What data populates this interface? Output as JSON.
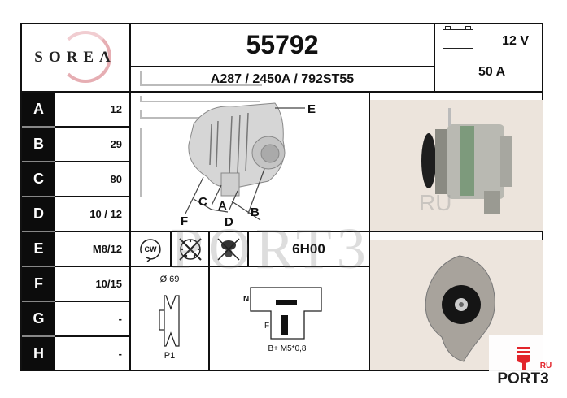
{
  "brand": {
    "name": "SOREA",
    "ring_color": "#e2a0a6"
  },
  "header": {
    "part_number": "55792",
    "cross_references": "A287 / 2450A / 792ST55",
    "voltage": "12 V",
    "current": "50 A",
    "battery_icon": "battery-icon"
  },
  "specs": [
    {
      "letter": "A",
      "value": "12"
    },
    {
      "letter": "B",
      "value": "29"
    },
    {
      "letter": "C",
      "value": "80"
    },
    {
      "letter": "D",
      "value": "10 / 12"
    },
    {
      "letter": "E",
      "value": "M8/12"
    },
    {
      "letter": "F",
      "value": "10/15"
    },
    {
      "letter": "G",
      "value": "-"
    },
    {
      "letter": "H",
      "value": "-"
    }
  ],
  "diagram": {
    "labels": {
      "A": "A",
      "B": "B",
      "C": "C",
      "D": "D",
      "E": "E",
      "F": "F"
    }
  },
  "icons_row": {
    "rotation": "CW",
    "rotation_icon": "clockwise-rotation-icon",
    "no_gauge_icon": "no-gauge-icon",
    "no_fan_icon": "no-fan-icon",
    "clock_position": "6H00"
  },
  "pulley": {
    "diameter": "Ø 69",
    "type": "P1"
  },
  "connector": {
    "label_n": "N",
    "label_f": "F",
    "terminal": "B+ M5*0,8"
  },
  "watermarks": {
    "main": "PORT3",
    "ru": "RU"
  },
  "badge": {
    "logo": "PORT3",
    "suffix": "RU",
    "accent": "#e21b22"
  },
  "colors": {
    "border": "#111111",
    "letter_bg": "#0c0c0c",
    "photo_bg": "#ece4dc"
  }
}
